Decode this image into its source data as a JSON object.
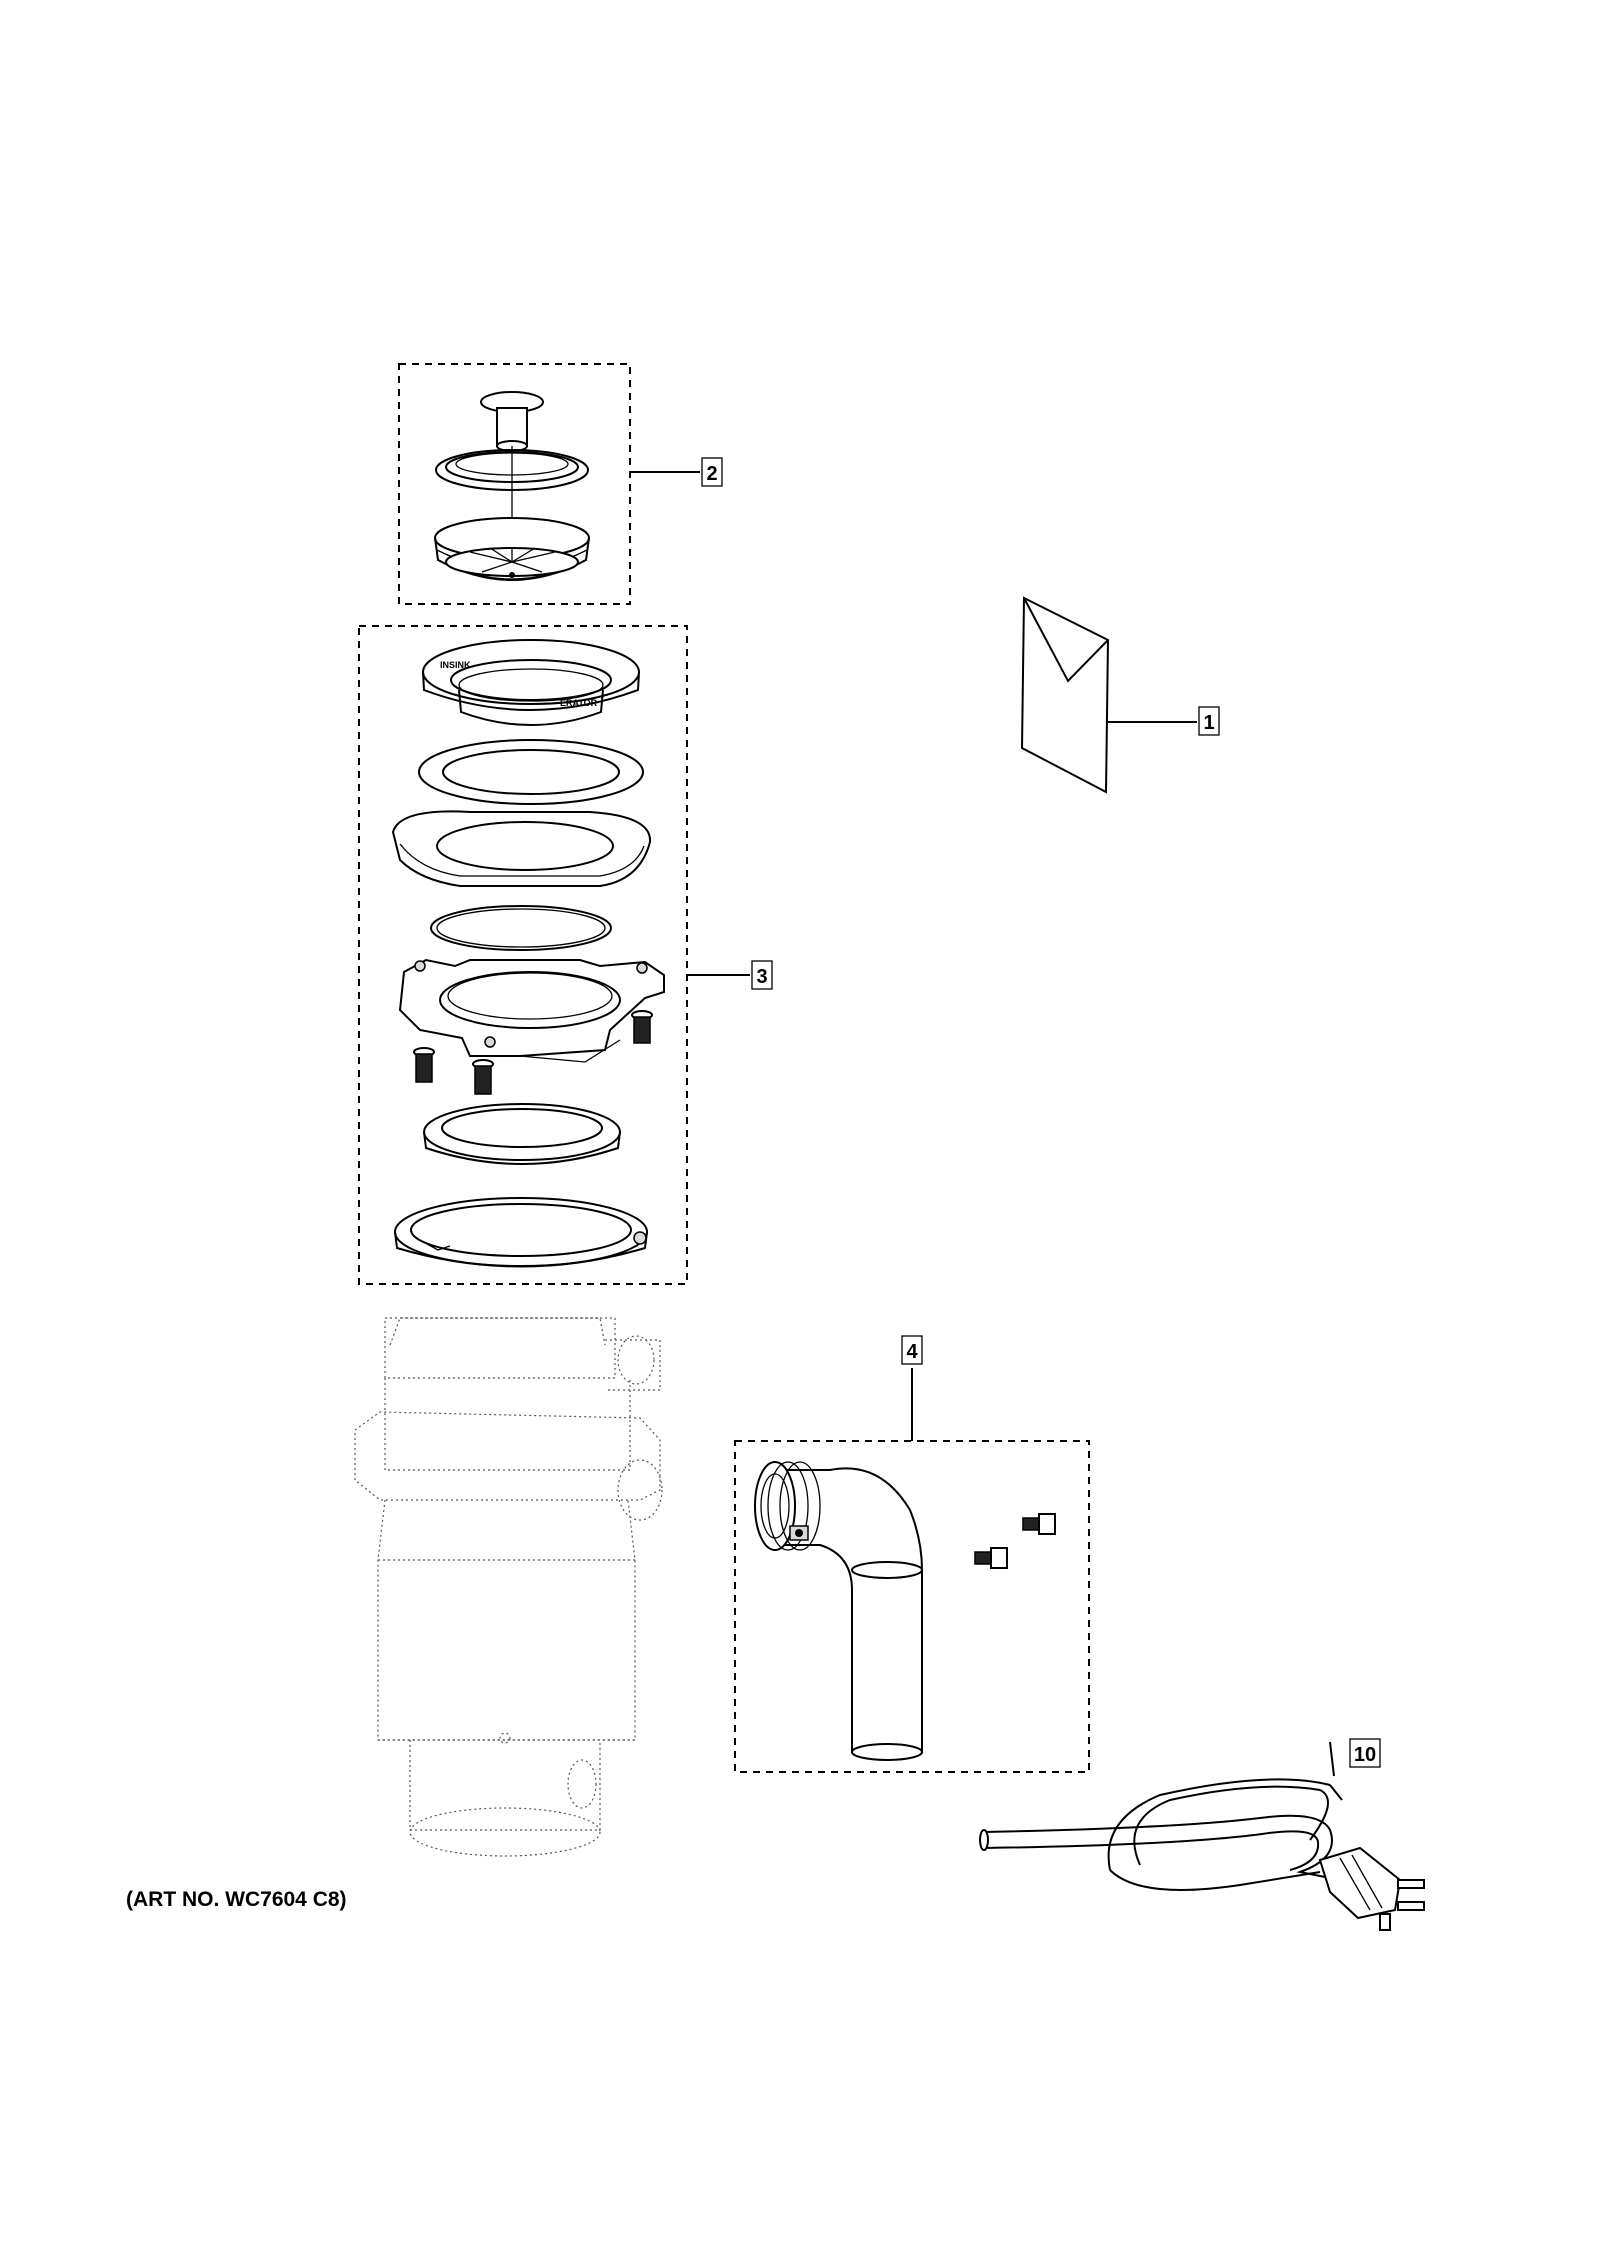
{
  "callouts": [
    {
      "id": "1",
      "label": "1"
    },
    {
      "id": "2",
      "label": "2"
    },
    {
      "id": "3",
      "label": "3"
    },
    {
      "id": "4",
      "label": "4"
    },
    {
      "id": "10",
      "label": "10"
    }
  ],
  "art_number": "(ART NO. WC7604 C8)"
}
